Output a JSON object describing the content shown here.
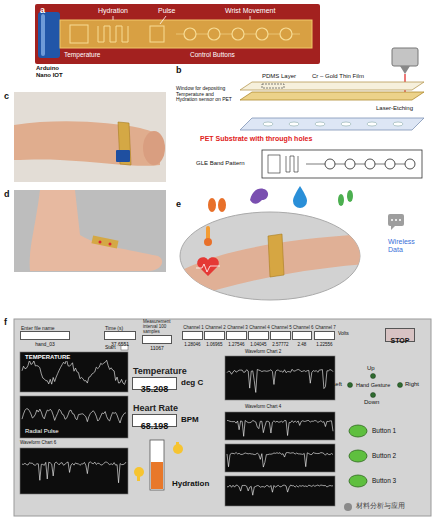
{
  "diagram": {
    "nodes": [
      {
        "text": [
          "Enter file name",
          "hand_03"
        ]
      },
      {
        "text": [
          "Time (s)",
          "37.6551"
        ]
      },
      {
        "text": [
          "Measurement interval 100 samples",
          "11067"
        ]
      },
      {
        "text": [
          "Channel 1",
          "1.28046"
        ]
      },
      {
        "text": [
          "Channel 2",
          "1.06965"
        ]
      },
      {
        "text": [
          "Channel 3",
          "1.27546"
        ]
      },
      {
        "text": [
          "Channel 4",
          "1.04045"
        ]
      },
      {
        "text": [
          "Channel 5",
          "2.57772"
        ]
      },
      {
        "text": [
          "Channel 6",
          "2.48"
        ]
      },
      {
        "text": [
          "Channel 7",
          "1.22556"
        ]
      },
      {
        "text": [
          "STOP"
        ]
      },
      {
        "text": [
          "Temperature",
          "35.208"
        ]
      },
      {
        "text": [
          "Heart Rate",
          "68.198"
        ]
      }
    ],
    "labels": [
      "a",
      "Hydration",
      "Pulse",
      "Wrist Movement",
      "Temperature",
      "Control Buttons",
      "Arduino Nano IOT",
      "b",
      "Laser-Etching",
      "Window for depositing Temperature and Hydration sensor on PET",
      "PDMS Layer",
      "Cr – Gold Thin Film",
      "PET Substrate with through holes",
      "GLE Band Pattern",
      "c",
      "d",
      "e",
      "Wireless Data",
      "f",
      "Volts",
      "Start",
      "TEMPERATURE",
      "Radial Pulse",
      "Waveform Chart 6",
      "deg C",
      "BPM",
      "Hydration",
      "Waveform Chart 2",
      "Waveform Chart 4",
      "Up",
      "Left",
      "Hand Gesture",
      "Right",
      "Down",
      "Button 1",
      "Button 2",
      "Button 3",
      "材料分析与应用"
    ]
  }
}
